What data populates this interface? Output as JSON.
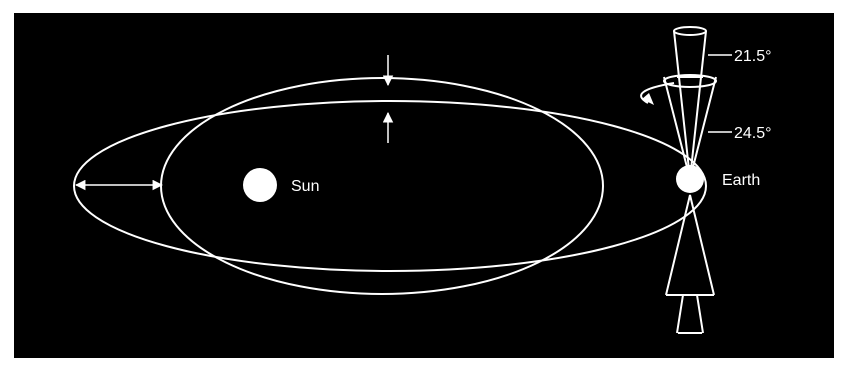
{
  "labels": {
    "sun": "Sun",
    "earth": "Earth",
    "tilt_min": "21.5°",
    "tilt_max": "24.5°"
  },
  "colors": {
    "background": "#000000",
    "stroke": "#ffffff",
    "page": "#ffffff"
  }
}
